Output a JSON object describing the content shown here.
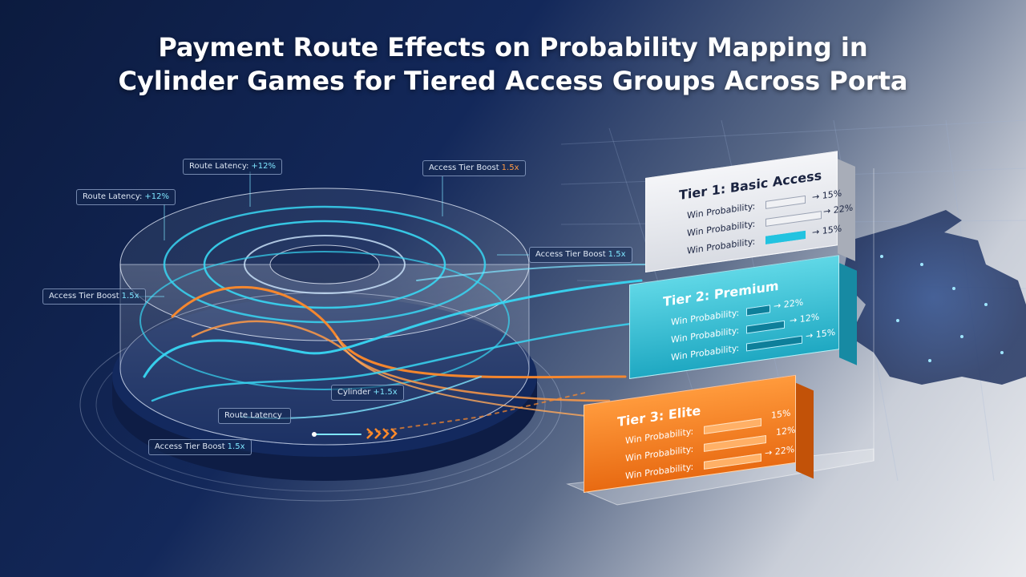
{
  "title": {
    "line1": "Payment Route Effects on Probability Mapping in",
    "line2": "Cylinder Games for Tiered Access Groups Across Porta"
  },
  "callouts": [
    {
      "label": "Route Latency:",
      "value": "+12%"
    },
    {
      "label": "Route Latency:",
      "value": "+12%"
    },
    {
      "label": "Access Tier Boost",
      "value": "1.5x"
    },
    {
      "label": "Access Tier Boost",
      "value": "1.5x"
    },
    {
      "label": "Access Tier Boost",
      "value": "1.5x"
    },
    {
      "label": "Cylinder",
      "value": "+1.5x"
    },
    {
      "label": "Route Latency",
      "value": ""
    },
    {
      "label": "Access Tier Boost",
      "value": "1.5x"
    }
  ],
  "tiers": [
    {
      "title": "Tier 1: Basic Access",
      "rows": [
        {
          "label": "Win Probability:",
          "value": "15%",
          "fill": 0.6
        },
        {
          "label": "Win Probability:",
          "value": "22%",
          "fill": 0.85
        },
        {
          "label": "Win Probability:",
          "value": "15%",
          "fill": 0.6
        }
      ]
    },
    {
      "title": "Tier 2: Premium",
      "rows": [
        {
          "label": "Win Probability:",
          "value": "22%",
          "fill": 0.4
        },
        {
          "label": "Win Probability:",
          "value": "12%",
          "fill": 0.6
        },
        {
          "label": "Win Probability:",
          "value": "15%",
          "fill": 0.85
        }
      ]
    },
    {
      "title": "Tier 3: Elite",
      "rows": [
        {
          "label": "Win Probability:",
          "value": "15%",
          "fill": 0.8
        },
        {
          "label": "Win Probability:",
          "value": "12%",
          "fill": 0.85
        },
        {
          "label": "Win Probability:",
          "value": "22%",
          "fill": 0.8
        }
      ]
    }
  ],
  "colors": {
    "accent_cyan": "#22d3ee",
    "accent_orange": "#ff8a2a",
    "background_dark": "#0c1b3f"
  },
  "icons": [
    "cylinder-graphic",
    "route-lines",
    "network-map",
    "arrow-chevrons-icon"
  ]
}
